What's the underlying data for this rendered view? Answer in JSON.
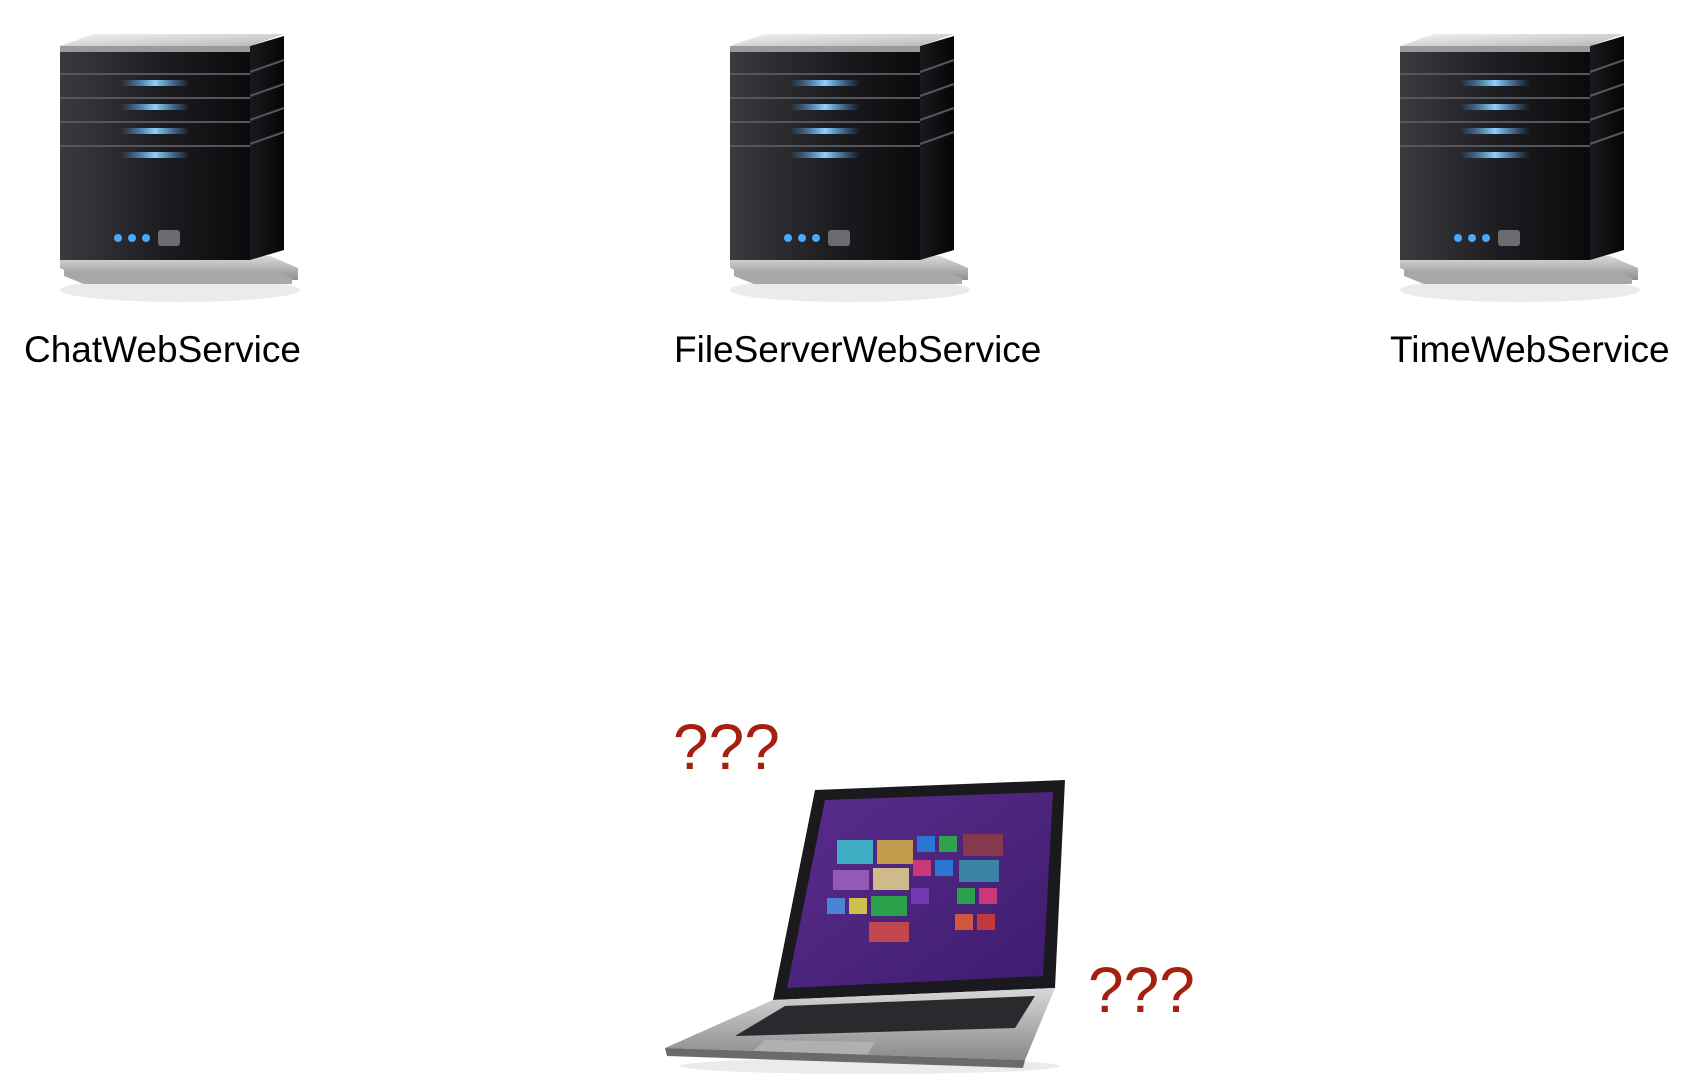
{
  "servers": [
    {
      "label": "ChatWebService",
      "icon": "server-icon"
    },
    {
      "label": "FileServerWebService",
      "icon": "server-icon"
    },
    {
      "label": "TimeWebService",
      "icon": "server-icon"
    }
  ],
  "client": {
    "icon": "laptop-icon"
  },
  "question_marks": [
    "???",
    "???"
  ],
  "colors": {
    "question": "#a52010",
    "server_led": "#4aa8ff"
  }
}
